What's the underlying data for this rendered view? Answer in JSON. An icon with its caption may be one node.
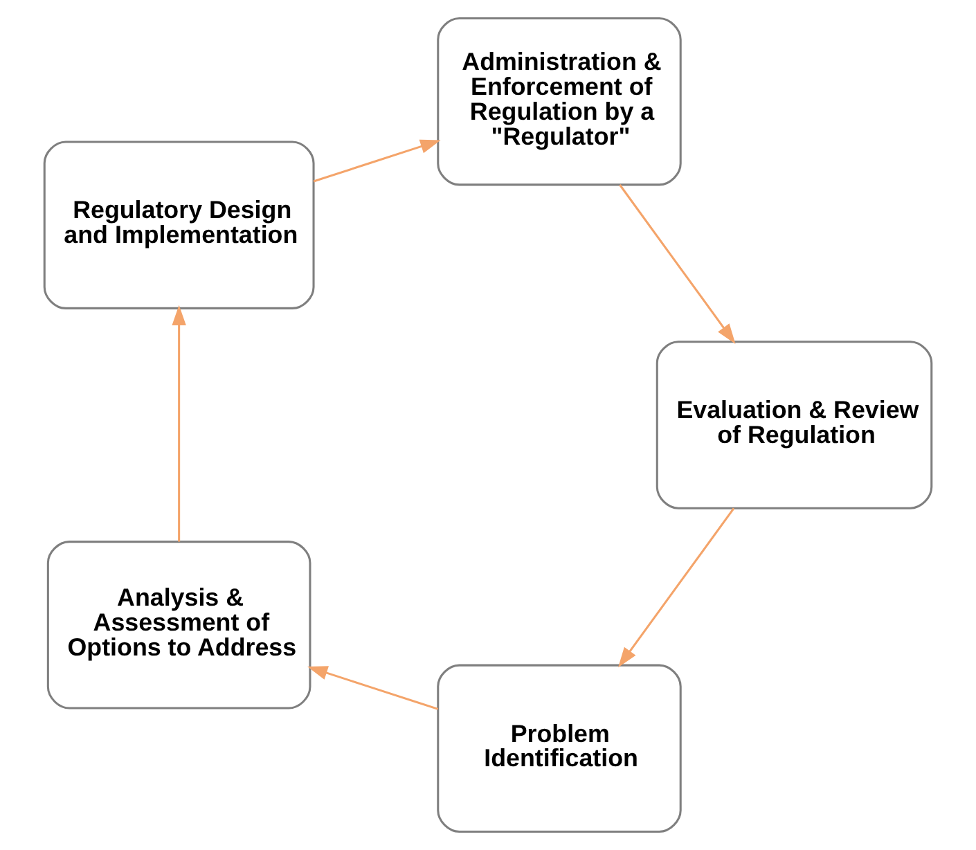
{
  "diagram": {
    "nodes": [
      {
        "text": [
          "Problem Identification"
        ]
      },
      {
        "text": [
          "Analysis & Assessment of Options to Address"
        ]
      },
      {
        "text": [
          "Regulatory Design and Implementation"
        ]
      },
      {
        "text": [
          "Administration & Enforcement of Regulation by a \"Regulator\""
        ]
      },
      {
        "text": [
          "Evaluation & Review of Regulation"
        ]
      }
    ],
    "edges": [
      {
        "from": 0,
        "to": 1,
        "arrow": "to"
      },
      {
        "from": 1,
        "to": 2,
        "arrow": "to"
      },
      {
        "from": 2,
        "to": 3,
        "arrow": "to"
      },
      {
        "from": 3,
        "to": 4,
        "arrow": "to"
      },
      {
        "from": 4,
        "to": 0,
        "arrow": "to"
      }
    ]
  }
}
